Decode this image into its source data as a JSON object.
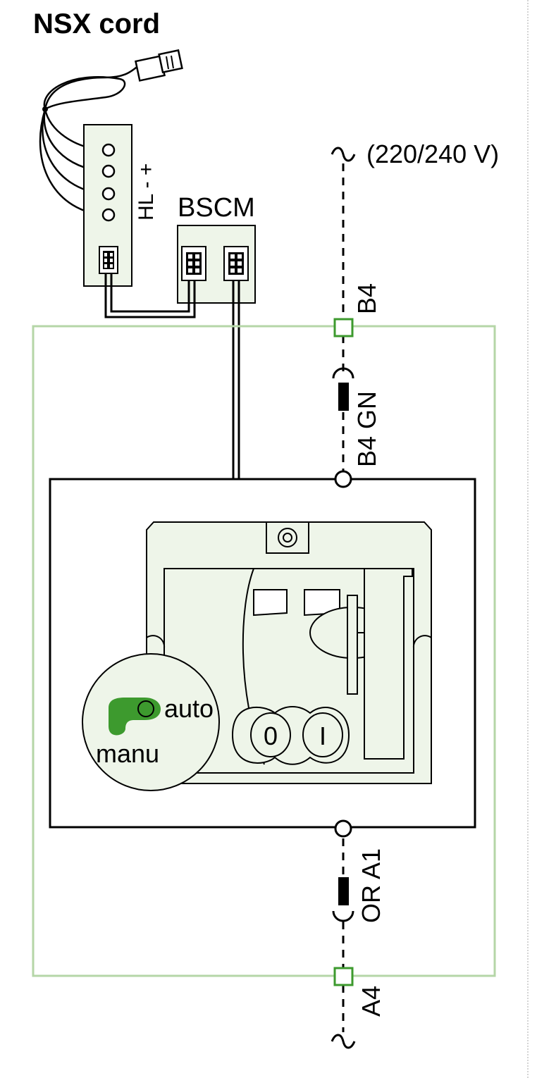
{
  "title": "NSX cord",
  "labels": {
    "supply": "(220/240 V)",
    "hl_terminals": "HL - +",
    "bscm": "BSCM",
    "b4": "B4",
    "b4_gn": "B4 GN",
    "or_a1": "OR A1",
    "a4": "A4",
    "auto": "auto",
    "manu": "manu",
    "off_button": "0",
    "on_button": "I",
    "ac_symbol_top": "~",
    "ac_symbol_bottom": "~"
  },
  "colors": {
    "frame_green": "#b5d6a7",
    "terminal_green": "#3d9a2e",
    "selector_green": "#3d9a2e",
    "module_fill": "#eef5e9",
    "line": "#000000"
  }
}
